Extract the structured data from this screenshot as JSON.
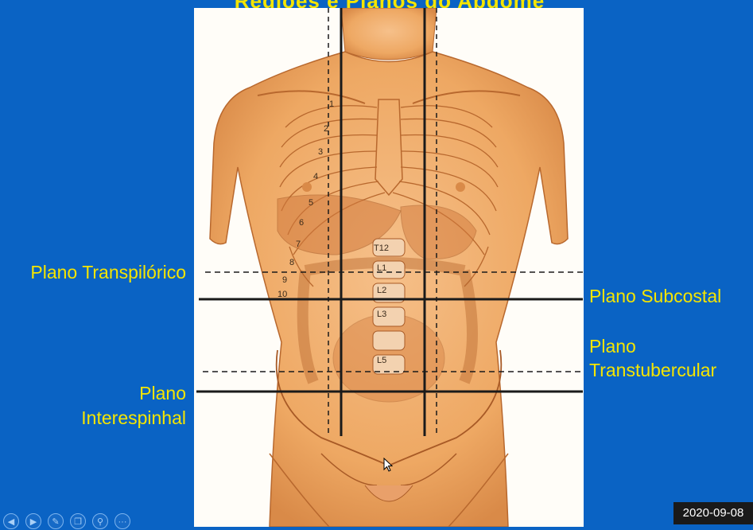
{
  "slide": {
    "title": "Regiões e Planos do Abdome"
  },
  "labels": {
    "transpiloric": "Plano Transpilórico",
    "subcostal": "Plano Subcostal",
    "transtubercular_line1": "Plano",
    "transtubercular_line2": "Transtubercular",
    "interspinal_line1": "Plano",
    "interspinal_line2": "Interespinhal"
  },
  "figure": {
    "rib_numbers": [
      "1",
      "2",
      "3",
      "4",
      "5",
      "6",
      "7",
      "8",
      "9",
      "10"
    ],
    "vertebrae": [
      "T12",
      "L1",
      "L2",
      "L3",
      "L5"
    ]
  },
  "status": {
    "date": "2020-09-08"
  },
  "toolbar": {
    "icons": [
      "previous-icon",
      "next-icon",
      "pen-icon",
      "copy-slides-icon",
      "zoom-icon",
      "more-icon"
    ],
    "more_label": "···"
  },
  "colors": {
    "background": "#0a63c4",
    "label_text": "#f5e500",
    "skin": "#eea863",
    "skin_dark": "#c9703a"
  }
}
